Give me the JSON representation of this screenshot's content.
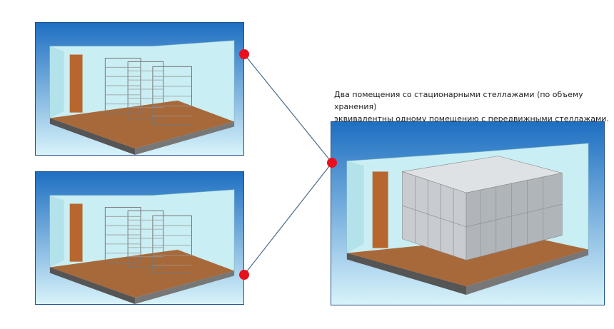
{
  "caption": {
    "line1": "Два помещения со стационарными стеллажами (по объему хранения)",
    "line2": "эквивалентны одному помещению с передвижными стеллажами."
  },
  "colors": {
    "frame": "#1f4f8a",
    "connector_line": "#4a6b8c",
    "connector_dot": "#e8101c",
    "floor": "#a8693a",
    "wall": "#c9eef3",
    "backdrop_top": "#1e6fc2",
    "backdrop_bottom": "#d8f3fa",
    "shelf": "#8a8a8a",
    "cabinet": "#c8ccd0"
  },
  "icons": [
    "room-static-shelving-illustration",
    "room-mobile-shelving-illustration",
    "connector-dot-icon"
  ]
}
